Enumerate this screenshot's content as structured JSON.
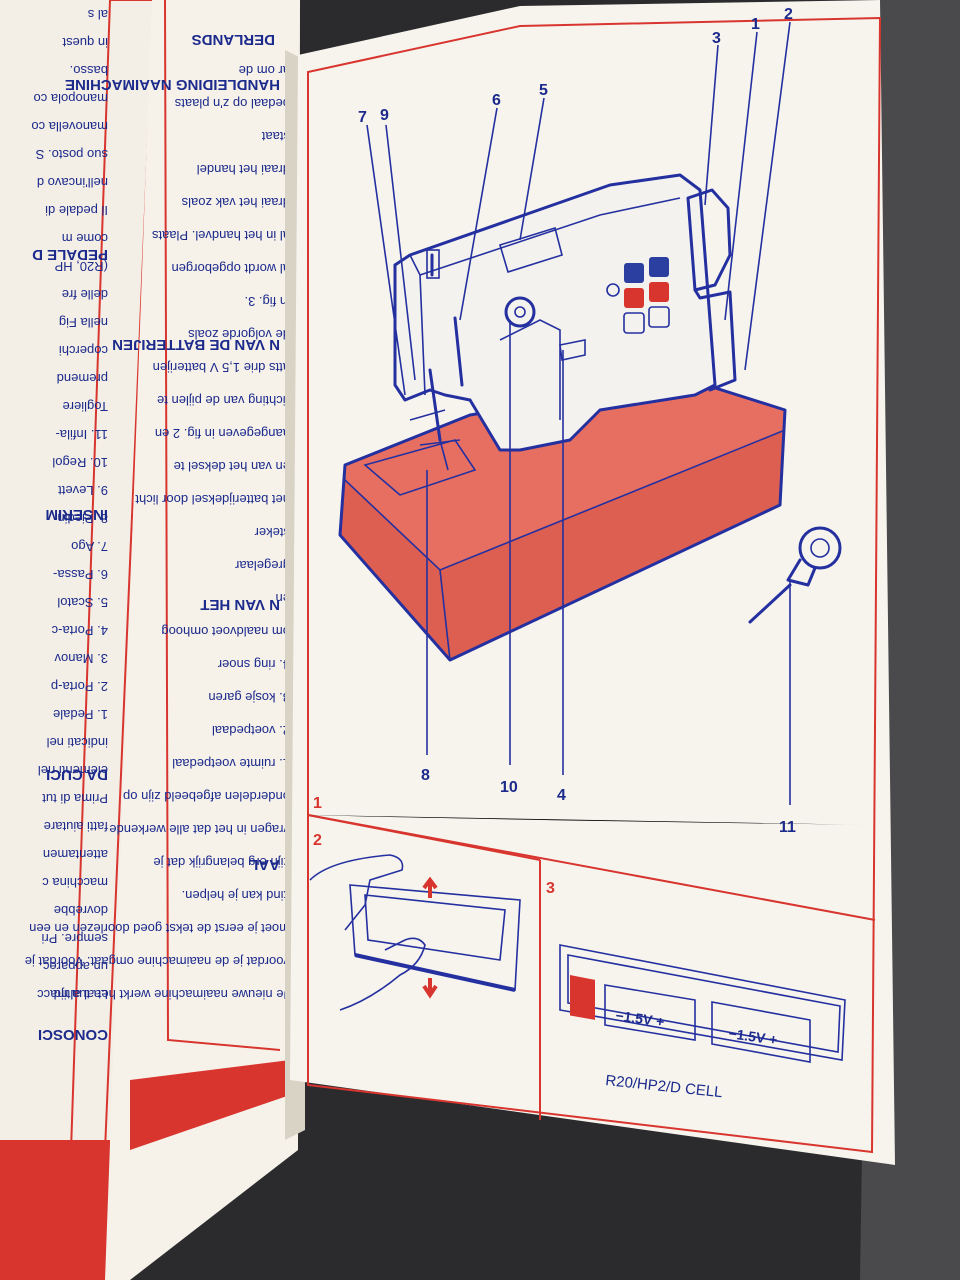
{
  "diagram": {
    "part_numbers": [
      "1",
      "2",
      "3",
      "4",
      "5",
      "6",
      "7",
      "9",
      "8",
      "10",
      "11"
    ],
    "figure_numbers": [
      "1",
      "2",
      "3"
    ],
    "battery_labels": [
      "−1.5V +",
      "−1.5V +"
    ],
    "battery_type": "R20/HP2/D CELL"
  },
  "left_page": {
    "banner": "DERLANDS",
    "headings": [
      "HANDLEIDING NAAIMACHINE",
      "N VAN DE BATTERIJEN",
      "N VAN HET",
      "AAL"
    ],
    "mirrored_lines": [
      "Je nieuwe naaimachine werkt het al altijd",
      "voordat je de naaimachine omgaat. Voordat je",
      "moet je eerst de tekst goed doorlezen en een",
      "kind kan je helpen.",
      "zijn erg belangrijk dat je",
      "vragen in het dat alle werkende",
      "onderdelen afgebeeld zijn op",
      "1. ruimte voetpedaal",
      "2. voetpedaal",
      "3. kosje garen",
      "4. ring snoer",
      "om naaldvoet omhoog",
      "en",
      "gregelaar",
      "steker",
      "het batterijdeksel door licht",
      "en van het deksel te",
      "aangegeven in fig. 2 en",
      "richting van de pijlen te",
      "atts drie 1,5 V batterijen",
      "de volgorde zoals",
      "in fig. 3.",
      "al wordt opgeborgen",
      "al in het handvel. Plaats",
      "draai het vak zoals",
      "draai het handel",
      "staat",
      "pedaal op z'n plaats",
      "ar om de"
    ]
  },
  "far_left_page": {
    "headings": [
      "CONOSCI",
      "DA CUCI",
      "INSERIM",
      "PEDALE D"
    ],
    "lines": [
      "La tua macc",
      "un apparec",
      "sempre. Pri",
      "dovrebbe",
      "macchina c",
      "attentamen",
      "fatti aiutare",
      "Prima di tut",
      "elementi nel",
      "indicati nel",
      "1. Pedale",
      "2. Porta-p",
      "3. Manov",
      "4. Porta-c",
      "5. Scatol",
      "6. Passa-",
      "7. Ago",
      "8. Piedin",
      "9. Levett",
      "10. Regol",
      "11. Infila-",
      "Togliere",
      "premend",
      "coperchi",
      "nella Fig",
      "delle fre",
      "(R20, HP",
      "come m",
      "Il pedale di",
      "nell'incavo d",
      "suo posto. S",
      "manovella co",
      "manopola co",
      "basso.",
      "in quest",
      "al s"
    ]
  }
}
